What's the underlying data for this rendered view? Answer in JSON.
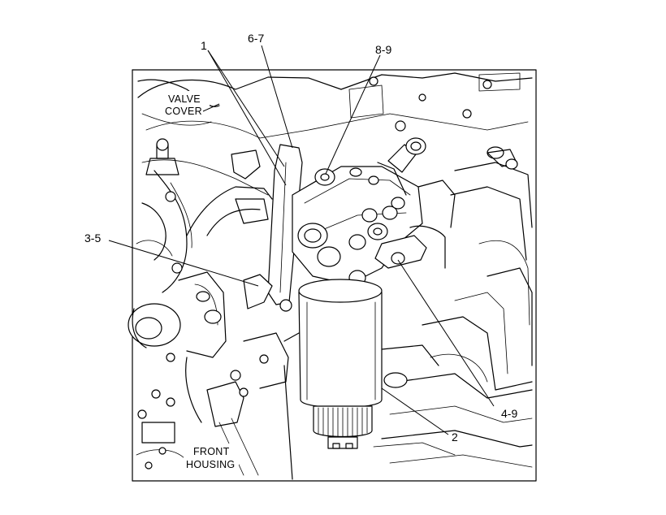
{
  "diagram": {
    "callouts": {
      "c1": "1",
      "c67": "6-7",
      "c89": "8-9",
      "c35": "3-5",
      "c49": "4-9",
      "c2": "2"
    },
    "captions": {
      "valve_cover_line1": "VALVE",
      "valve_cover_line2": "COVER",
      "front_housing_line1": "FRONT",
      "front_housing_line2": "HOUSING"
    }
  }
}
